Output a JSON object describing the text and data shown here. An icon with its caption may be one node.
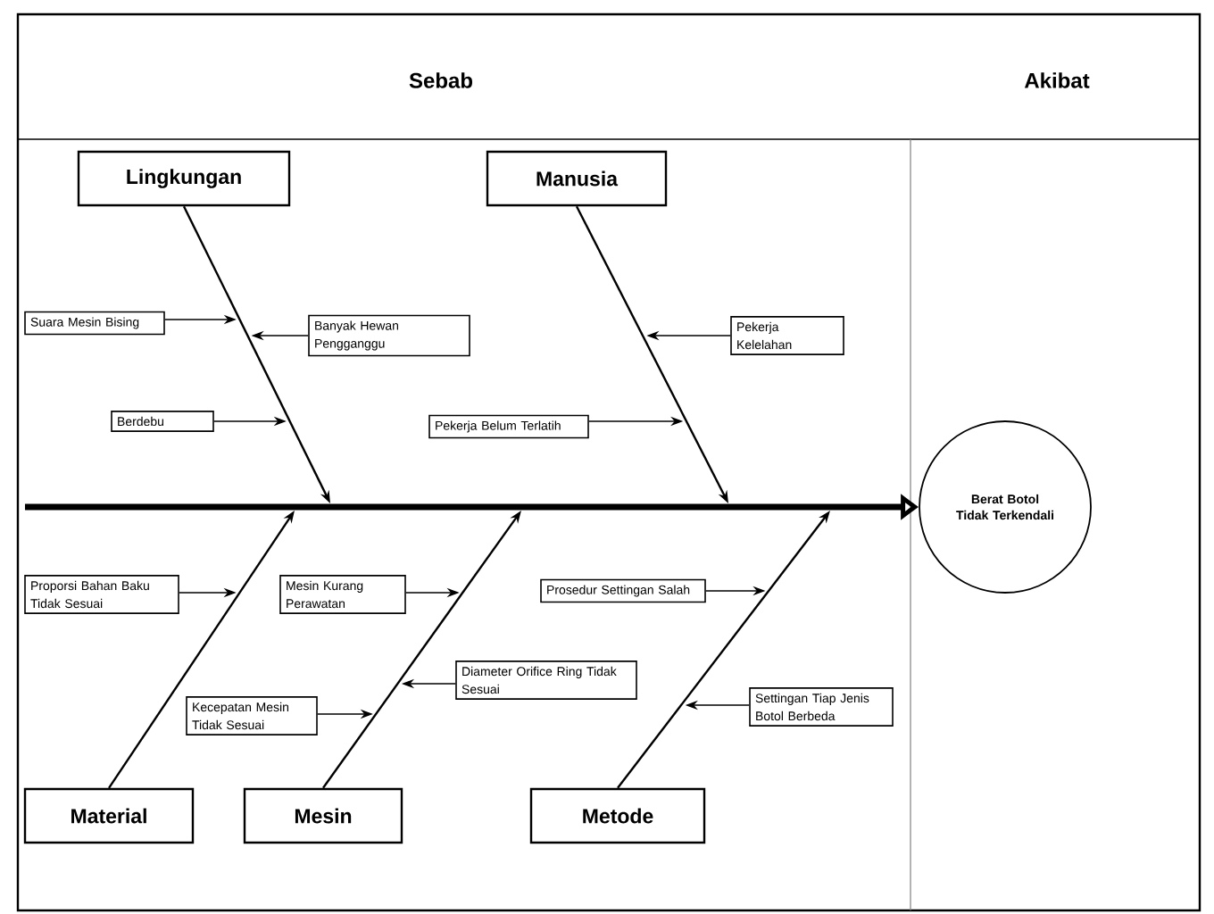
{
  "diagram": {
    "nodes": [
      {
        "text": [
          "Lingkungan"
        ]
      },
      {
        "text": [
          "Manusia"
        ]
      },
      {
        "text": [
          "Material"
        ]
      },
      {
        "text": [
          "Mesin"
        ]
      },
      {
        "text": [
          "Metode"
        ]
      },
      {
        "text": [
          "Berat Botol Tidak Terkendali"
        ]
      },
      {
        "text": [
          "Suara Mesin Bising"
        ]
      },
      {
        "text": [
          "Banyak Hewan Pengganggu"
        ]
      },
      {
        "text": [
          "Berdebu"
        ]
      },
      {
        "text": [
          "Pekerja Belum Terlatih"
        ]
      },
      {
        "text": [
          "Pekerja Kelelahan"
        ]
      },
      {
        "text": [
          "Proporsi Bahan Baku Tidak Sesuai"
        ]
      },
      {
        "text": [
          "Mesin Kurang Perawatan"
        ]
      },
      {
        "text": [
          "Diameter Orifice Ring Tidak Sesuai"
        ]
      },
      {
        "text": [
          "Kecepatan Mesin Tidak Sesuai"
        ]
      },
      {
        "text": [
          "Prosedur Settingan Salah"
        ]
      },
      {
        "text": [
          "Settingan Tiap Jenis Botol Berbeda"
        ]
      }
    ],
    "edges": [
      {
        "from": null,
        "to": 5,
        "arrow": "to",
        "style": "thick"
      },
      {
        "from": 0,
        "to": null,
        "arrow": "to"
      },
      {
        "from": 1,
        "to": null,
        "arrow": "to"
      },
      {
        "from": 2,
        "to": null,
        "arrow": "to"
      },
      {
        "from": 3,
        "to": null,
        "arrow": "to"
      },
      {
        "from": 4,
        "to": null,
        "arrow": "to"
      },
      {
        "from": 6,
        "to": null,
        "arrow": "to"
      },
      {
        "from": 7,
        "to": null,
        "arrow": "to"
      },
      {
        "from": 8,
        "to": null,
        "arrow": "to"
      },
      {
        "from": 9,
        "to": null,
        "arrow": "to"
      },
      {
        "from": 10,
        "to": null,
        "arrow": "to"
      },
      {
        "from": 11,
        "to": null,
        "arrow": "to"
      },
      {
        "from": 12,
        "to": null,
        "arrow": "to"
      },
      {
        "from": 13,
        "to": null,
        "arrow": "to"
      },
      {
        "from": 14,
        "to": null,
        "arrow": "to"
      },
      {
        "from": 15,
        "to": null,
        "arrow": "to"
      },
      {
        "from": 16,
        "to": null,
        "arrow": "to"
      }
    ],
    "labels": [
      "Sebab",
      "Akibat"
    ]
  }
}
